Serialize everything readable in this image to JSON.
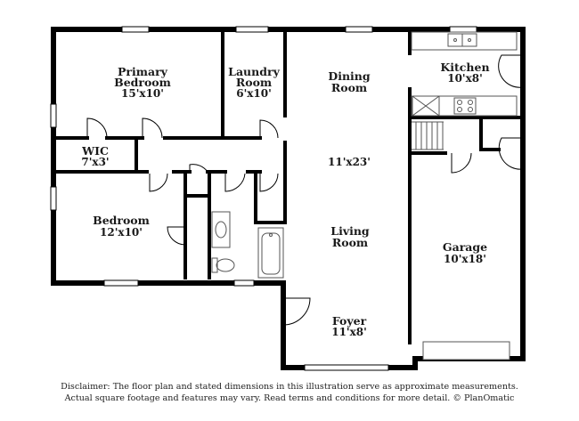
{
  "rooms": {
    "primary_bedroom": {
      "name_line1": "Primary",
      "name_line2": "Bedroom",
      "dims": "15'x10'"
    },
    "laundry_room": {
      "name_line1": "Laundry",
      "name_line2": "Room",
      "dims": "6'x10'"
    },
    "dining_room": {
      "name_line1": "Dining",
      "name_line2": "Room"
    },
    "kitchen": {
      "name": "Kitchen",
      "dims": "10'x8'"
    },
    "wic": {
      "name": "WIC",
      "dims": "7'x3'"
    },
    "living_dining_dims": "11'x23'",
    "bedroom": {
      "name": "Bedroom",
      "dims": "12'x10'"
    },
    "living_room": {
      "name_line1": "Living",
      "name_line2": "Room"
    },
    "garage": {
      "name": "Garage",
      "dims": "10'x18'"
    },
    "foyer": {
      "name": "Foyer",
      "dims": "11'x8'"
    }
  },
  "disclaimer": {
    "line1": "Disclaimer: The floor plan and stated dimensions in this illustration serve as approximate measurements.",
    "line2": "Actual square footage and features may vary. Read terms and conditions for more detail. © PlanOmatic"
  },
  "colors": {
    "wall": "#000000",
    "fixture_line": "#555555",
    "window_fill": "#ffffff",
    "text": "#1a1a1a"
  }
}
